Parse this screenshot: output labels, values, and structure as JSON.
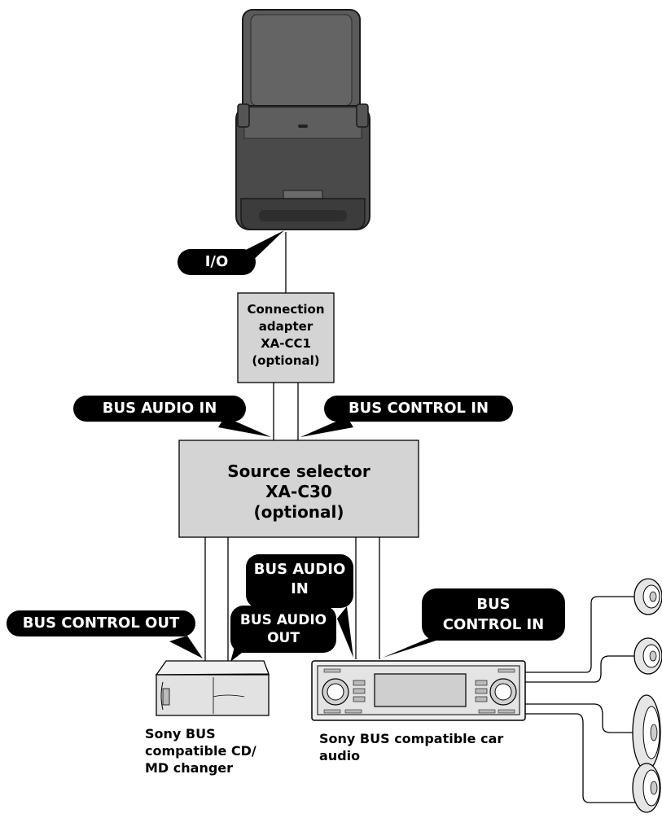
{
  "adapter_box": {
    "lines": [
      "Connection",
      "adapter",
      "XA-CC1",
      "(optional)"
    ]
  },
  "selector_box": {
    "lines": [
      "Source selector",
      "XA-C30",
      "(optional)"
    ]
  },
  "callouts": {
    "io": [
      "I/O"
    ],
    "bus_audio_in_top": [
      "BUS AUDIO IN"
    ],
    "bus_control_in_top": [
      "BUS CONTROL IN"
    ],
    "bus_audio_in_mid": [
      "BUS AUDIO",
      "IN"
    ],
    "bus_control_out": [
      "BUS CONTROL OUT"
    ],
    "bus_audio_out": [
      "BUS AUDIO",
      "OUT"
    ],
    "bus_control_in_right": [
      "BUS",
      "CONTROL IN"
    ]
  },
  "captions": {
    "changer": [
      "Sony BUS",
      "compatible CD/",
      "MD changer"
    ],
    "car_audio": [
      "Sony BUS compatible car",
      "audio"
    ]
  },
  "colors": {
    "callout": "#000000",
    "box_fill": "#d4d4d4",
    "device_dark": "#4a4a4a",
    "device_light": "#dcdcdc"
  },
  "icons": [
    "portable-player-cradle",
    "cd-md-changer-unit",
    "car-audio-head-unit",
    "speaker-icon"
  ]
}
